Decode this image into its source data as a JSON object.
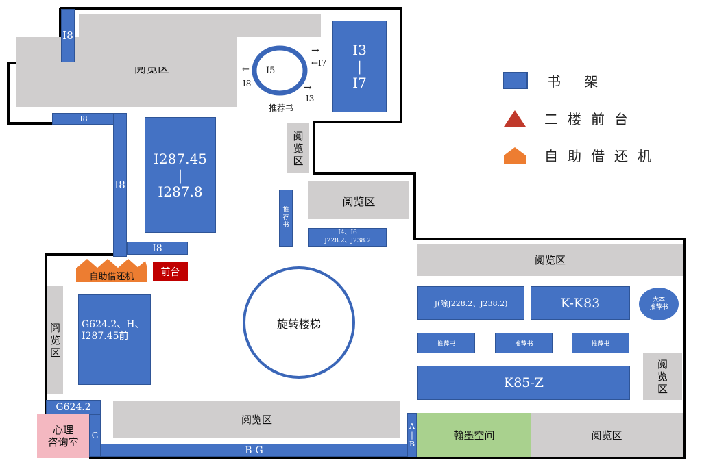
{
  "reading_areas": {
    "top_left": "阅览区",
    "center_narrow": "阅\n览\n区",
    "center_right": "阅览区",
    "right_top": "阅览区",
    "left_side": "阅\n览\n区",
    "bottom_middle": "阅览区",
    "right_side_small": "阅\n览\n区",
    "bottom_right": "阅览区"
  },
  "shelves": {
    "i8_topleft": "I8",
    "i3_i7": "I3\n|\nI7",
    "i8_horizontal_top": "I8",
    "i8_vertical": "I8",
    "i287": "I287.45\n|\nI287.8",
    "i8_lower": "I8",
    "recommend_vertical": "推\n荐\n书",
    "i4_i6": "I4、I6\nJ228.2、J238.2",
    "g624_h": "G624.2、H、\nI287.45前",
    "g624_2": "G624.2",
    "g_left": "G",
    "bg": "B-G",
    "ab": "A\n|\nB",
    "j_except": "J(除J228.2、J238.2)",
    "k_k83": "K-K83",
    "large_recommend": "大本\n推荐书",
    "recommend_1": "推荐书",
    "recommend_2": "推荐书",
    "recommend_3": "推荐书",
    "k85_z": "K85-Z"
  },
  "ring": {
    "center": "I5",
    "caption": "推荐书",
    "arrow_i7": "←I7",
    "arrow_i8": "←",
    "i8_label": "I8",
    "i3_arrow": "→",
    "i3_label": "I3",
    "top_arrow": "→"
  },
  "front_desk": "前台",
  "self_service": "自助借还机",
  "spiral_stairs": "旋转楼梯",
  "hanmo_space": "翰墨空间",
  "counseling_room": "心理\n咨询室",
  "legend": {
    "items": [
      {
        "label": "书 架",
        "shape": "blue-rect",
        "color": "#4472c4"
      },
      {
        "label": "二楼前台",
        "shape": "red-triangle",
        "color": "#c0392b"
      },
      {
        "label": "自助借还机",
        "shape": "orange-pentagon",
        "color": "#ed7d31"
      }
    ]
  },
  "colors": {
    "shelf": "#4472c4",
    "reading": "#d0cece",
    "front_desk": "#c00000",
    "self_service": "#ed7d31",
    "hanmo": "#a9d18e",
    "counseling": "#f4b8c1"
  }
}
